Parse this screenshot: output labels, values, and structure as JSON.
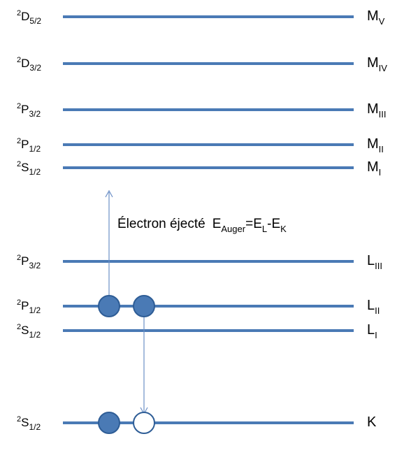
{
  "levels": [
    {
      "term": {
        "mult": "2",
        "L": "D",
        "j": "5/2"
      },
      "shell": {
        "main": "M",
        "sub": "V"
      }
    },
    {
      "term": {
        "mult": "2",
        "L": "D",
        "j": "3/2"
      },
      "shell": {
        "main": "M",
        "sub": "IV"
      }
    },
    {
      "term": {
        "mult": "2",
        "L": "P",
        "j": "3/2"
      },
      "shell": {
        "main": "M",
        "sub": "III"
      }
    },
    {
      "term": {
        "mult": "2",
        "L": "P",
        "j": "1/2"
      },
      "shell": {
        "main": "M",
        "sub": "II"
      }
    },
    {
      "term": {
        "mult": "2",
        "L": "S",
        "j": "1/2"
      },
      "shell": {
        "main": "M",
        "sub": "I"
      }
    },
    {
      "term": {
        "mult": "2",
        "L": "P",
        "j": "3/2"
      },
      "shell": {
        "main": "L",
        "sub": "III"
      }
    },
    {
      "term": {
        "mult": "2",
        "L": "P",
        "j": "1/2"
      },
      "shell": {
        "main": "L",
        "sub": "II"
      }
    },
    {
      "term": {
        "mult": "2",
        "L": "S",
        "j": "1/2"
      },
      "shell": {
        "main": "L",
        "sub": "I"
      }
    },
    {
      "term": {
        "mult": "2",
        "L": "S",
        "j": "1/2"
      },
      "shell": {
        "main": "K",
        "sub": ""
      }
    }
  ],
  "caption": {
    "text": "Électron éjecté",
    "energy_symbol": "E",
    "energy_sub": "Auger",
    "equals": "=",
    "el": "E",
    "el_sub": "L",
    "minus": "-",
    "ek": "E",
    "ek_sub": "K"
  },
  "colors": {
    "level": "#4a7ab5",
    "electron": "#4a7ab5",
    "arrow": "#6b8fc6"
  }
}
